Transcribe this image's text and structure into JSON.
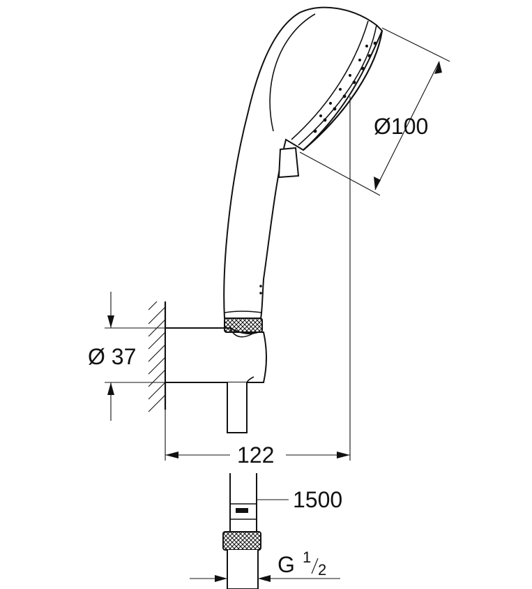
{
  "dimensions": {
    "head_diameter": "Ø100",
    "holder_diameter": "Ø 37",
    "projection": "122",
    "hose_length": "1500",
    "thread_main": "G",
    "thread_num": "1",
    "thread_den": "2"
  },
  "colors": {
    "line": "#111111",
    "background": "#ffffff"
  }
}
